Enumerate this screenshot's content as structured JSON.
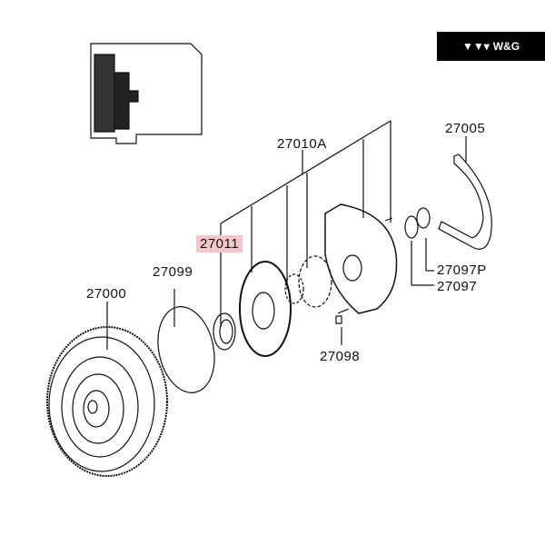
{
  "logo": {
    "text": "W&G",
    "background": "#000000"
  },
  "highlight_color": "#f4c6cb",
  "labels": {
    "p27005": "27005",
    "p27010A": "27010A",
    "p27011": "27011",
    "p27099": "27099",
    "p27000": "27000",
    "p27097P": "27097P",
    "p27097": "27097",
    "p27098": "27098"
  }
}
